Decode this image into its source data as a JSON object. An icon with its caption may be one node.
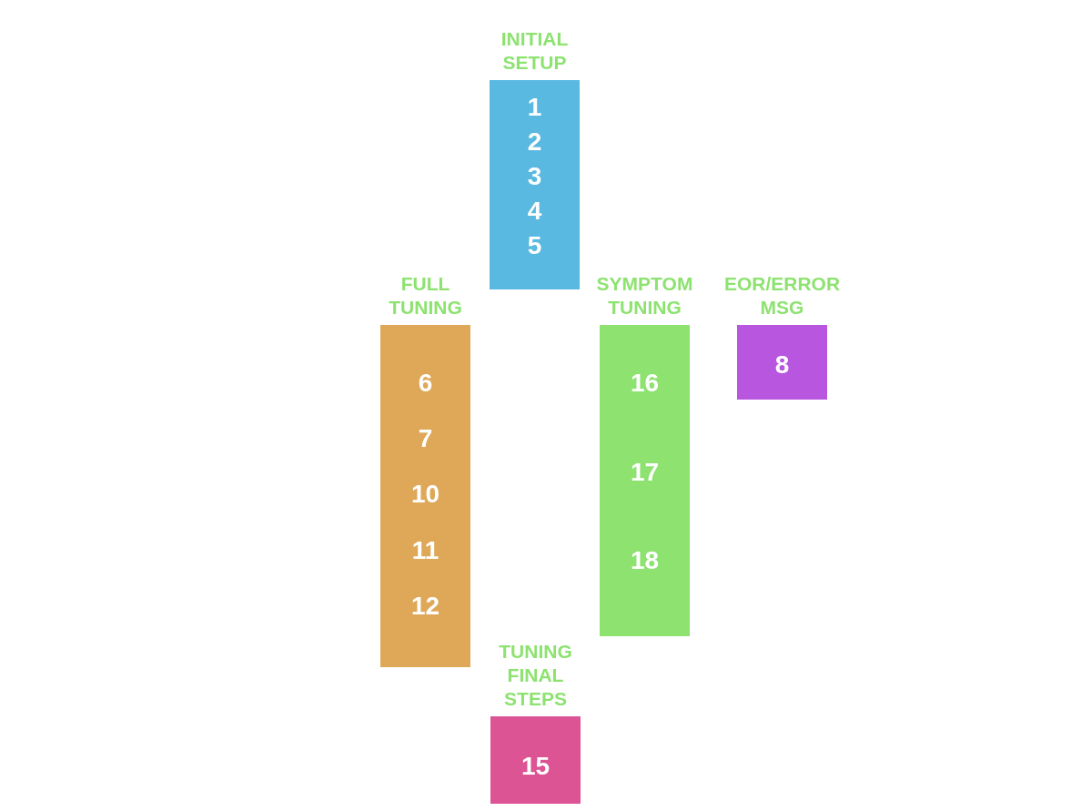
{
  "diagram": {
    "nodes": [
      {
        "text": [
          "INITIAL SETUP",
          "1",
          "2",
          "3",
          "4",
          "5"
        ]
      },
      {
        "text": [
          "FULL TUNING",
          "6",
          "7",
          "10",
          "11",
          "12"
        ]
      },
      {
        "text": [
          "SYMPTOM TUNING",
          "16",
          "17",
          "18"
        ]
      },
      {
        "text": [
          "EOR/ERROR MSG",
          "8"
        ]
      },
      {
        "text": [
          "TUNING FINAL STEPS",
          "15"
        ]
      }
    ]
  }
}
